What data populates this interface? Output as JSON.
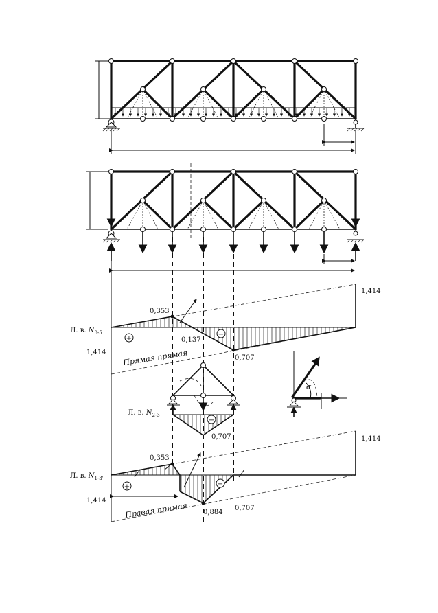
{
  "diagram": {
    "influence_line_1": {
      "prefix": "Л. в. ",
      "symbol": "N",
      "subscript": "8-5",
      "values": {
        "left": "0,353",
        "mid": "0,137",
        "min": "0,707",
        "left_end": "1,414",
        "right_end": "1,414"
      },
      "signs": {
        "positive": "+",
        "negative": "−"
      },
      "line_label": "Прямая прямая"
    },
    "influence_line_2": {
      "prefix": "Л. в. ",
      "symbol": "N",
      "subscript": "2-3",
      "values": {
        "min": "0,707"
      },
      "signs": {
        "negative": "−"
      }
    },
    "influence_line_3": {
      "prefix": "Л. в. ",
      "symbol": "N",
      "subscript": "1-3'",
      "values": {
        "left": "0,353",
        "min": "0,884",
        "right": "0,707",
        "left_end": "1,414",
        "right_end": "1,414"
      },
      "signs": {
        "positive": "+",
        "negative": "−"
      },
      "line_label": "Правая прямая"
    },
    "angle_symbol": "α",
    "colors": {
      "ink": "#111111",
      "background": "#ffffff"
    }
  }
}
